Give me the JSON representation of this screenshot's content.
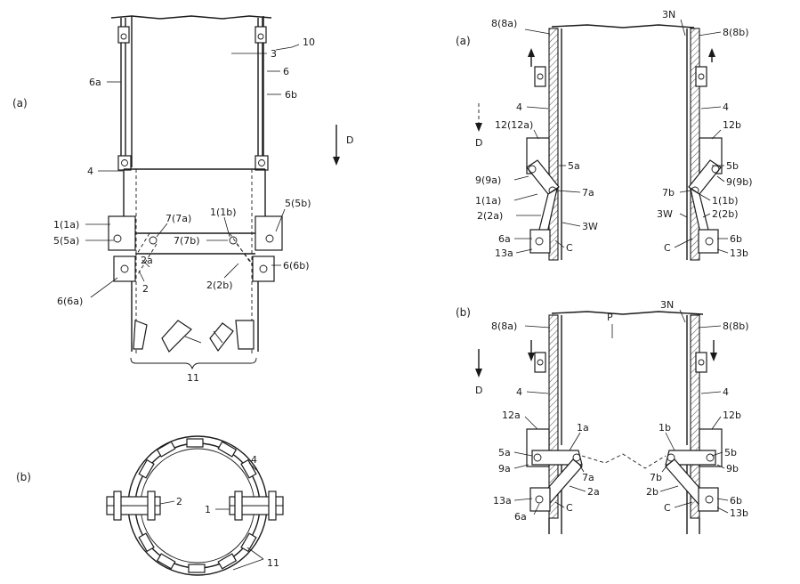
{
  "fig_left": {
    "view_a": "(a)",
    "view_b": "(b)",
    "direction": "D",
    "labels": {
      "l10": "10",
      "l3": "3",
      "l6": "6",
      "l6a": "6a",
      "l6b": "6b",
      "l4": "4",
      "l1_1a": "1(1a)",
      "l7_7a": "7(7a)",
      "l1_1b": "1(1b)",
      "l5_5b": "5(5b)",
      "l5_5a": "5(5a)",
      "l7_7b": "7(7b)",
      "l2a": "2a",
      "l2": "2",
      "l2_2b": "2(2b)",
      "l6_6a": "6(6a)",
      "l6_6b": "6(6b)",
      "l11": "11",
      "b2": "2",
      "b1": "1",
      "b4": "4",
      "b11": "11"
    }
  },
  "fig_right": {
    "view_a": "(a)",
    "view_b": "(b)",
    "direction_a": "D",
    "direction_b": "D",
    "a_labels": {
      "l8_8a": "8(8a)",
      "l3N": "3N",
      "l8_8b": "8(8b)",
      "l4L": "4",
      "l4R": "4",
      "l12_12a": "12(12a)",
      "l12b": "12b",
      "l5a": "5a",
      "l5b": "5b",
      "l9_9a": "9(9a)",
      "l9_9b": "9(9b)",
      "l1_1a": "1(1a)",
      "l7a": "7a",
      "l7b": "7b",
      "l1_1b": "1(1b)",
      "l2_2a": "2(2a)",
      "l3W_L": "3W",
      "l3W_R": "3W",
      "l2_2b": "2(2b)",
      "l6a": "6a",
      "lC_L": "C",
      "lC_R": "C",
      "l6b": "6b",
      "l13a": "13a",
      "l13b": "13b"
    },
    "b_labels": {
      "lP": "P",
      "l3N": "3N",
      "l8_8a": "8(8a)",
      "l8_8b": "8(8b)",
      "l4L": "4",
      "l4R": "4",
      "l12a": "12a",
      "l12b": "12b",
      "l1a": "1a",
      "l1b": "1b",
      "l5a": "5a",
      "l5b": "5b",
      "l9a": "9a",
      "l7a": "7a",
      "l7b": "7b",
      "l9b": "9b",
      "l2a": "2a",
      "l2b": "2b",
      "l13a": "13a",
      "l6b": "6b",
      "l6a": "6a",
      "lC_L": "C",
      "lC_R": "C",
      "l13b": "13b"
    }
  }
}
